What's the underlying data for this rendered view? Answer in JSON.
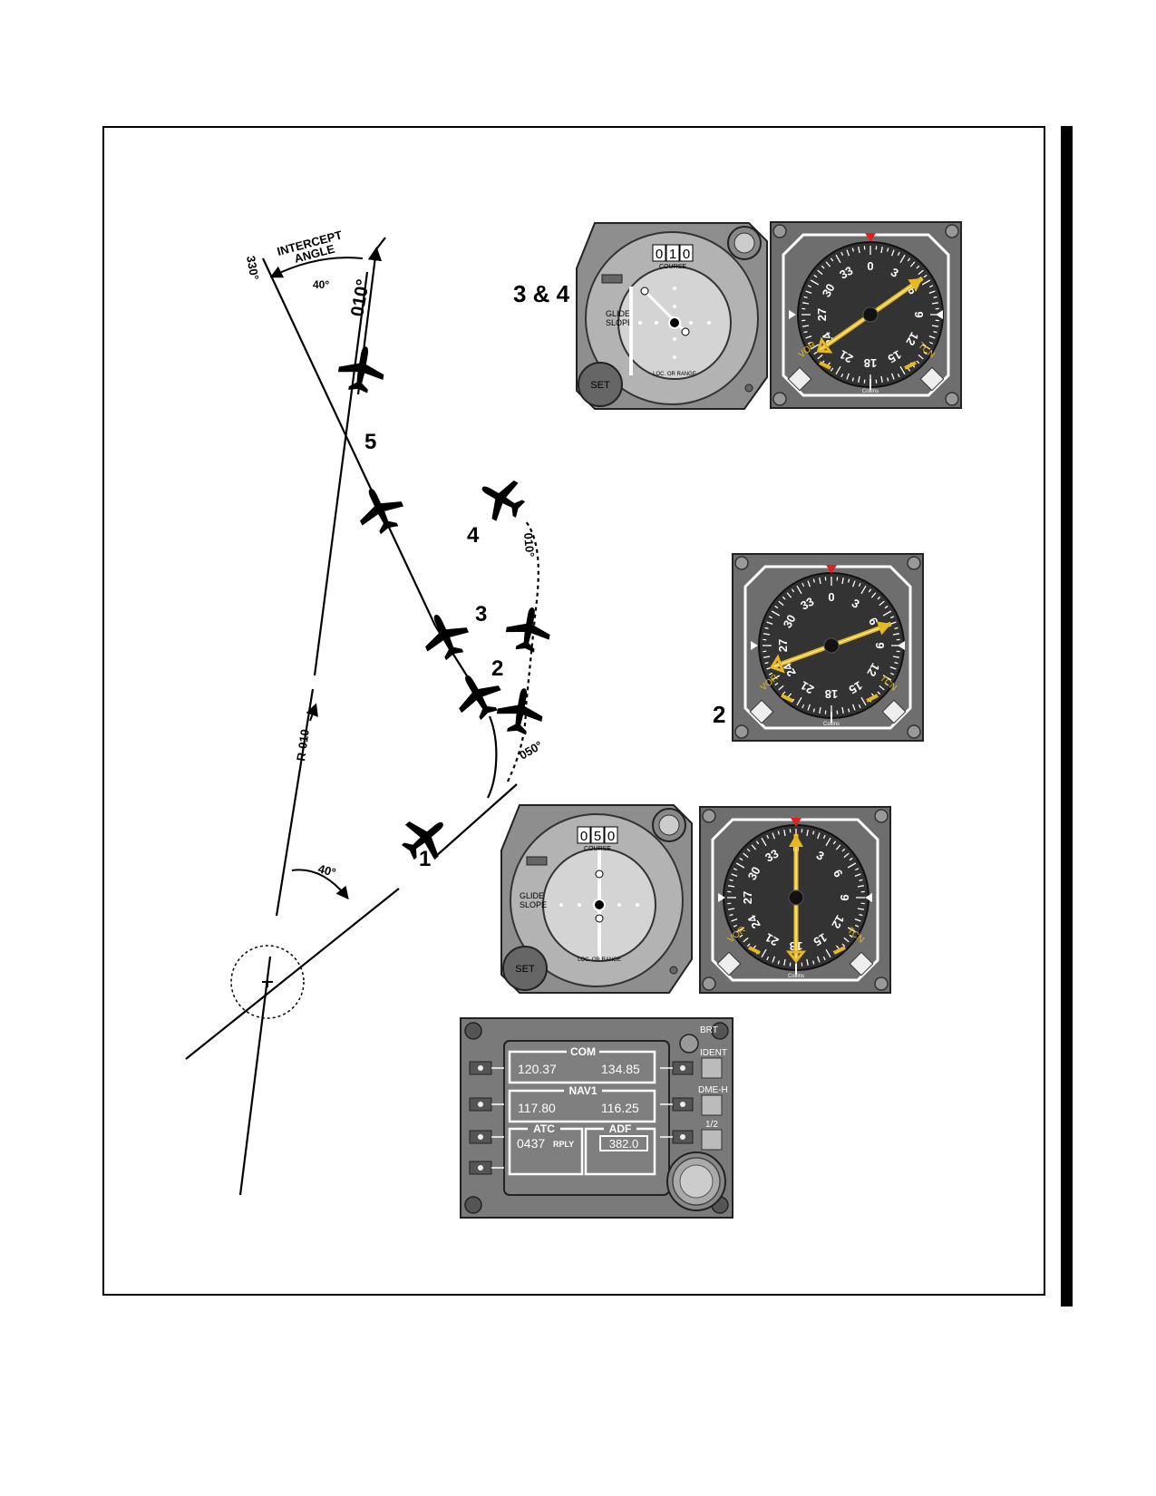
{
  "diagram": {
    "labels": {
      "radial_330": "330°",
      "intercept_angle_line1": "INTERCEPT",
      "intercept_angle_line2": "ANGLE",
      "angle_top": "40°",
      "course_010": "010°",
      "radial_name": "R-010",
      "angle_bottom": "40°",
      "heading_050": "050°",
      "heading_010_dotted": "010°"
    },
    "positions": {
      "p1": "1",
      "p2": "2",
      "p3": "3",
      "p4": "4",
      "p5": "5"
    },
    "instrument_labels": {
      "group_34": "3 & 4",
      "group_2": "2"
    }
  },
  "cdi_top": {
    "course_digits": [
      "0",
      "1",
      "0"
    ],
    "course_label": "COURSE",
    "glide_slope": [
      "GLIDE",
      "SLOPE"
    ],
    "set_label": "SET",
    "loc_label": "LOC. OR RANGE"
  },
  "cdi_bottom": {
    "course_digits": [
      "0",
      "5",
      "0"
    ],
    "course_label": "COURSE",
    "glide_slope": [
      "GLIDE",
      "SLOPE"
    ],
    "set_label": "SET",
    "loc_label": "LOC. OR RANGE"
  },
  "rmi_common": {
    "cards": [
      "0",
      "3",
      "6",
      "9",
      "12",
      "15",
      "18",
      "21",
      "24",
      "27",
      "30",
      "33"
    ],
    "vor_label": "VOR",
    "tcn_label": "TCN",
    "brand": "Collins"
  },
  "rmi": {
    "top_needle_heading": 55,
    "mid_needle_heading": 70,
    "bottom_needle_heading": 0
  },
  "control_panel": {
    "com_title": "COM",
    "com_active": "120.37",
    "com_standby": "134.85",
    "nav_title": "NAV1",
    "nav_active": "117.80",
    "nav_standby": "116.25",
    "atc_title": "ATC",
    "atc_code": "0437",
    "atc_reply": "RPLY",
    "adf_title": "ADF",
    "adf_freq": "382.0",
    "brt_label": "BRT",
    "ident_label": "IDENT",
    "dme_label": "DME-H",
    "half_label": "1/2"
  }
}
